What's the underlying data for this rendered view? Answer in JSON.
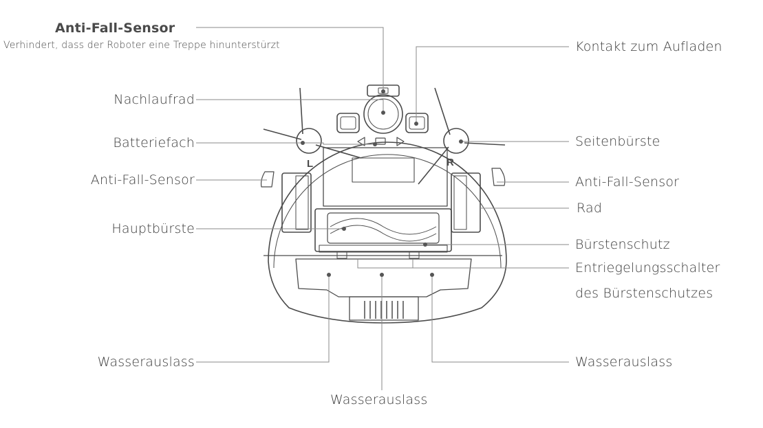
{
  "diagram": {
    "labels": {
      "anti_fall_top_title": "Anti-Fall-Sensor",
      "anti_fall_top_desc": "Verhindert, dass der Roboter eine Treppe hinunterstürzt",
      "nachlaufrad": "Nachlaufrad",
      "batteriefach": "Batteriefach",
      "anti_fall_left": "Anti-Fall-Sensor",
      "hauptbuerste": "Hauptbürste",
      "wasserauslass_left": "Wasserauslass",
      "wasserauslass_center": "Wasserauslass",
      "wasserauslass_right": "Wasserauslass",
      "kontakt": "Kontakt zum Aufladen",
      "seitenbuerste": "Seitenbürste",
      "anti_fall_right": "Anti-Fall-Sensor",
      "rad": "Rad",
      "buerstenschutz": "Bürstenschutz",
      "entriegelung_line1": "Entriegelungsschalter",
      "entriegelung_line2": "des Bürstenschutzes"
    },
    "robot_marks": {
      "left_brush_letter": "L",
      "right_brush_letter": "R"
    },
    "colors": {
      "line": "#8a8a8a",
      "robot_stroke": "#4a4a4a",
      "dot": "#555555"
    }
  }
}
